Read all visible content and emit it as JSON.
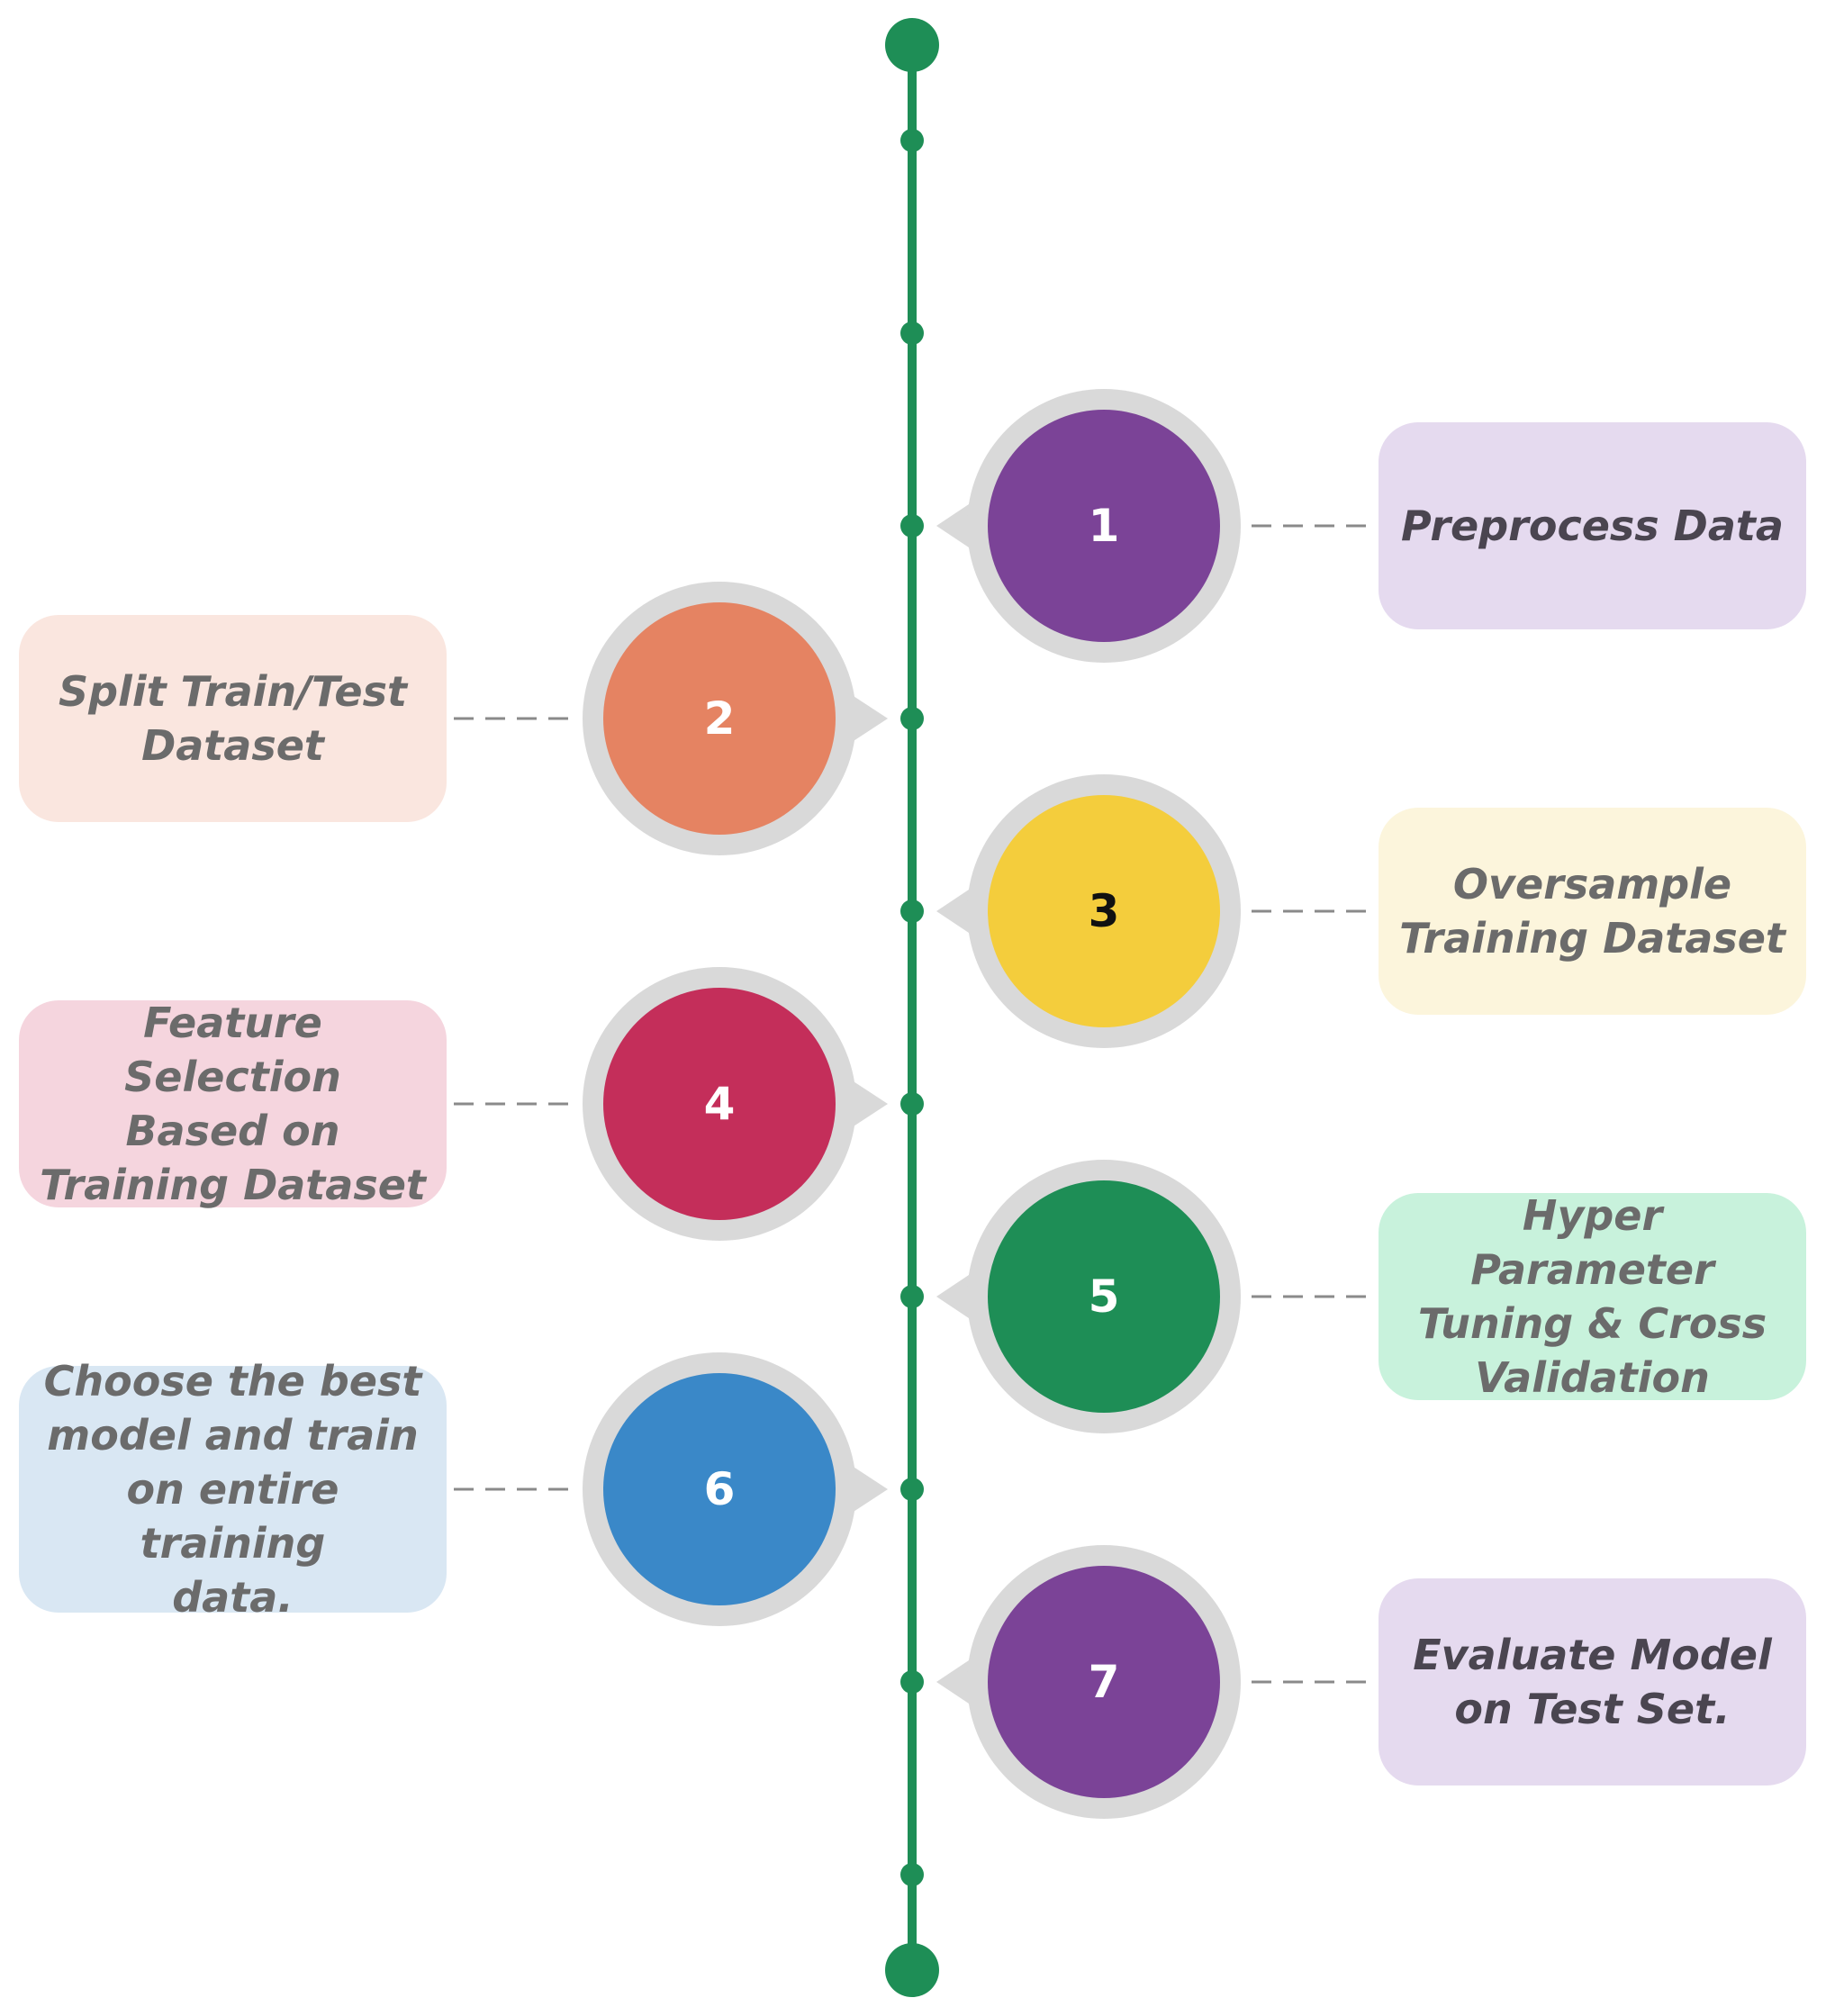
{
  "colors": {
    "timeline": "#1e8e56",
    "bubble_ring": "#d9d9d9",
    "connector": "#8a8a8a"
  },
  "steps": [
    {
      "number": "1",
      "label": "Preprocess Data",
      "side": "right",
      "circle_color": "#7b4397",
      "number_color": "#ffffff",
      "box_color": "#e5daef",
      "text_color": "#4a4550"
    },
    {
      "number": "2",
      "label": "Split Train/Test\nDataset",
      "side": "left",
      "circle_color": "#e58362",
      "number_color": "#ffffff",
      "box_color": "#fae6df",
      "text_color": "#6b6b6b"
    },
    {
      "number": "3",
      "label": "Oversample\nTraining Dataset",
      "side": "right",
      "circle_color": "#f4cd3c",
      "number_color": "#111111",
      "box_color": "#fcf5dc",
      "text_color": "#6b6b6b"
    },
    {
      "number": "4",
      "label": "Feature Selection\nBased on\nTraining Dataset",
      "side": "left",
      "circle_color": "#c42e5a",
      "number_color": "#ffffff",
      "box_color": "#f5d5de",
      "text_color": "#6b6b6b"
    },
    {
      "number": "5",
      "label": "Hyper Parameter\nTuning & Cross\nValidation",
      "side": "right",
      "circle_color": "#1e8e56",
      "number_color": "#ffffff",
      "box_color": "#c8f2dc",
      "text_color": "#6b6b6b"
    },
    {
      "number": "6",
      "label": "Choose the best\nmodel and train\non entire training\ndata.",
      "side": "left",
      "circle_color": "#3a88c8",
      "number_color": "#ffffff",
      "box_color": "#d9e7f3",
      "text_color": "#6b6b6b"
    },
    {
      "number": "7",
      "label": "Evaluate Model\non Test Set.",
      "side": "right",
      "circle_color": "#7b4397",
      "number_color": "#ffffff",
      "box_color": "#e5daef",
      "text_color": "#4a4550"
    }
  ]
}
